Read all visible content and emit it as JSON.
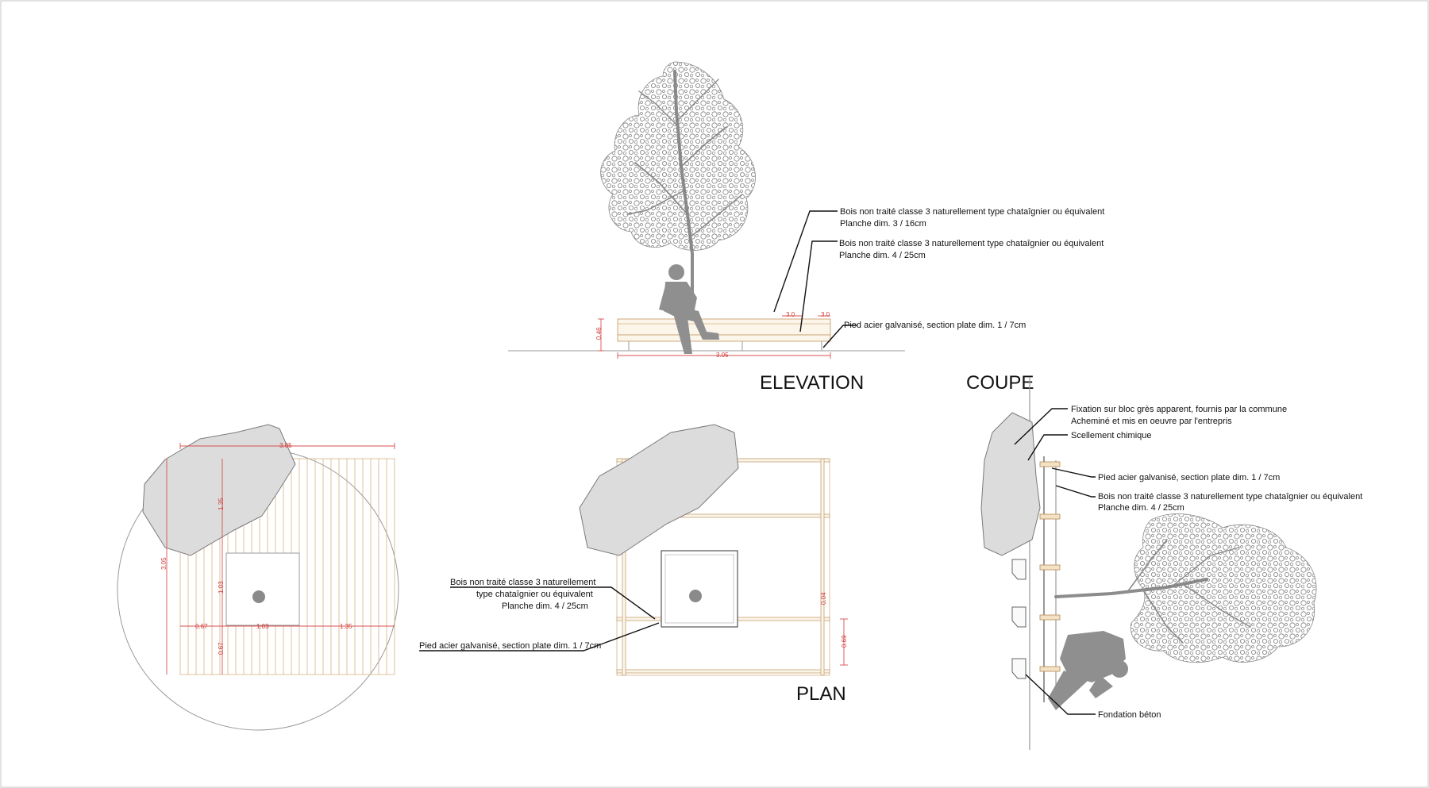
{
  "views": {
    "elevation": {
      "title": "ELEVATION"
    },
    "coupe": {
      "title": "COUPE"
    },
    "plan": {
      "title": "PLAN"
    }
  },
  "annotations": {
    "elev_top_1": "Bois non traité classe 3 naturellement type chataîgnier ou équivalent",
    "elev_top_2": "Planche dim. 3 / 16cm",
    "elev_mid_1": "Bois non traité classe 3 naturellement type chataîgnier ou équivalent",
    "elev_mid_2": "Planche dim. 4 / 25cm",
    "elev_pied": "Pied acier galvanisé, section plate dim. 1 / 7cm",
    "plan_bois_1": "Bois non traité classe 3 naturellement",
    "plan_bois_2": "type chataîgnier ou équivalent",
    "plan_bois_3": "Planche dim. 4 / 25cm",
    "plan_pied": "Pied acier galvanisé, section plate dim. 1 / 7cm",
    "coupe_fix_1": "Fixation sur bloc grès apparent, fournis par la commune",
    "coupe_fix_2": "Acheminé et mis en oeuvre par l'entrepris",
    "coupe_scel": "Scellement chimique",
    "coupe_pied": "Pied acier galvanisé, section plate dim. 1 / 7cm",
    "coupe_bois_1": "Bois non traité classe 3 naturellement type chataîgnier ou équivalent",
    "coupe_bois_2": "Planche dim. 4 / 25cm",
    "coupe_fond": "Fondation béton"
  },
  "dimensions": {
    "elev_width": "3.05",
    "elev_height": "0.46",
    "elev_gap1": "3.0",
    "elev_gap2": "3.0",
    "left_top": "3.05",
    "left_side": "3.05",
    "left_up": "1.35",
    "left_inner": "1.03",
    "left_low": "0.67",
    "left_a": "0.67",
    "left_b": "1.03",
    "left_c": "1.35",
    "plan_inner": "0.04",
    "plan_right": "0.69"
  }
}
